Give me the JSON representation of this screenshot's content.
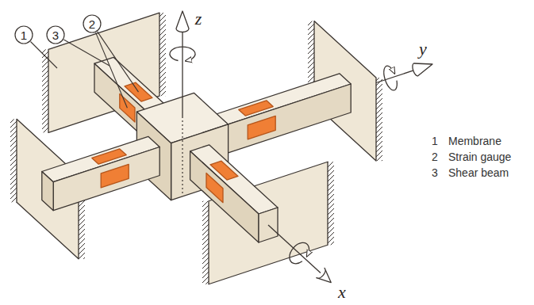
{
  "diagram": {
    "labels": [
      "1",
      "3",
      "2",
      "z",
      "y",
      "x",
      "1",
      "Membrane",
      "2",
      "Strain gauge",
      "3",
      "Shear beam"
    ]
  }
}
